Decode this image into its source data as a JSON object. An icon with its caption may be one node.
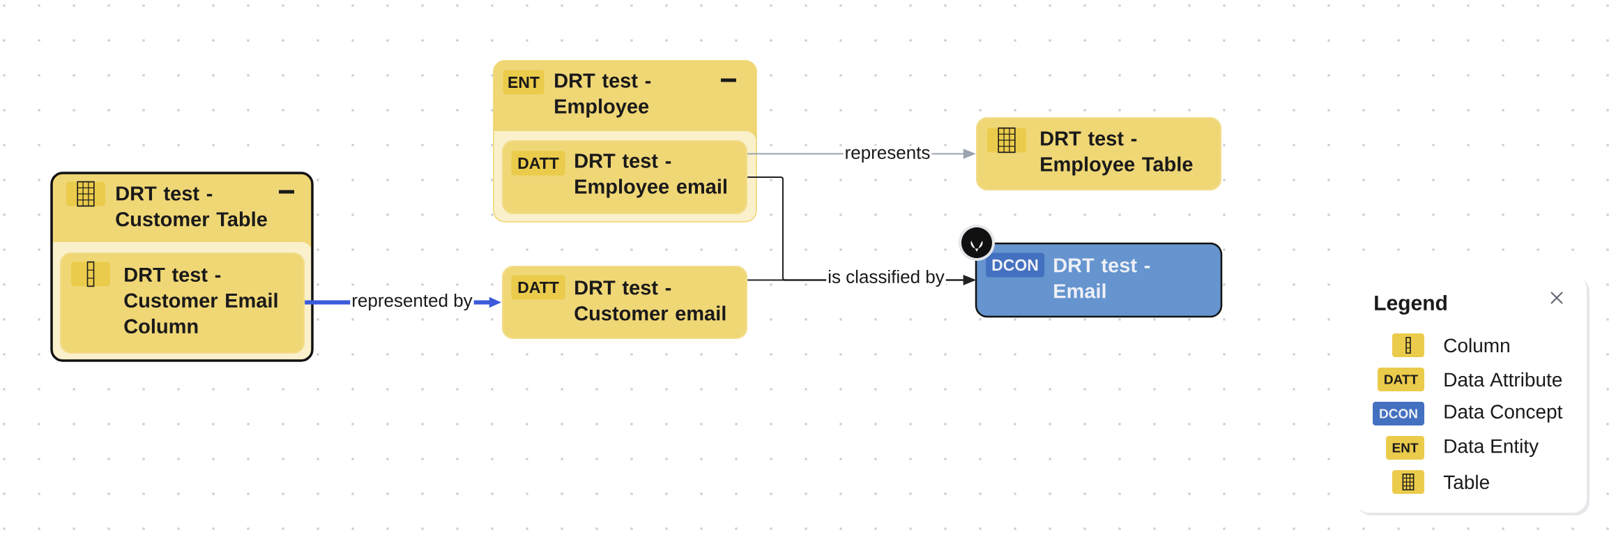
{
  "diagram": {
    "nodes": [
      {
        "text": [
          "DRT test - Customer Table"
        ]
      },
      {
        "text": [
          "DRT test - Customer Email Column"
        ],
        "in": 0
      },
      {
        "text": [
          "ENT",
          "DRT test - Employee"
        ]
      },
      {
        "text": [
          "DATT",
          "DRT test - Employee email"
        ],
        "in": 2
      },
      {
        "text": [
          "DATT",
          "DRT test - Customer email"
        ]
      },
      {
        "text": [
          "DRT test - Employee Table"
        ]
      },
      {
        "text": [
          "DCON",
          "DRT test - Email"
        ]
      }
    ],
    "edges": [
      {
        "from": 1,
        "to": 4,
        "arrow": "to",
        "label": "represented by",
        "style": "thick",
        "color": "#3b5bdb"
      },
      {
        "from": 3,
        "to": 5,
        "arrow": "to",
        "label": "represents",
        "color": "#9aa3b0"
      },
      {
        "from": 3,
        "to": 6,
        "arrow": "to"
      },
      {
        "from": 4,
        "to": 6,
        "arrow": "to",
        "label": "is classified by"
      }
    ],
    "labels": [
      "Legend",
      "DATT",
      "DCON",
      "ENT"
    ],
    "legend": [
      {
        "text": "Column",
        "color": "#ebcb4b"
      },
      {
        "text": "Data Attribute",
        "color": "#ebcb4b"
      },
      {
        "text": "Data Concept",
        "color": "#4470c0"
      },
      {
        "text": "Data Entity",
        "color": "#ebcb4b"
      },
      {
        "text": "Table",
        "color": "#ebcb4b"
      }
    ]
  }
}
